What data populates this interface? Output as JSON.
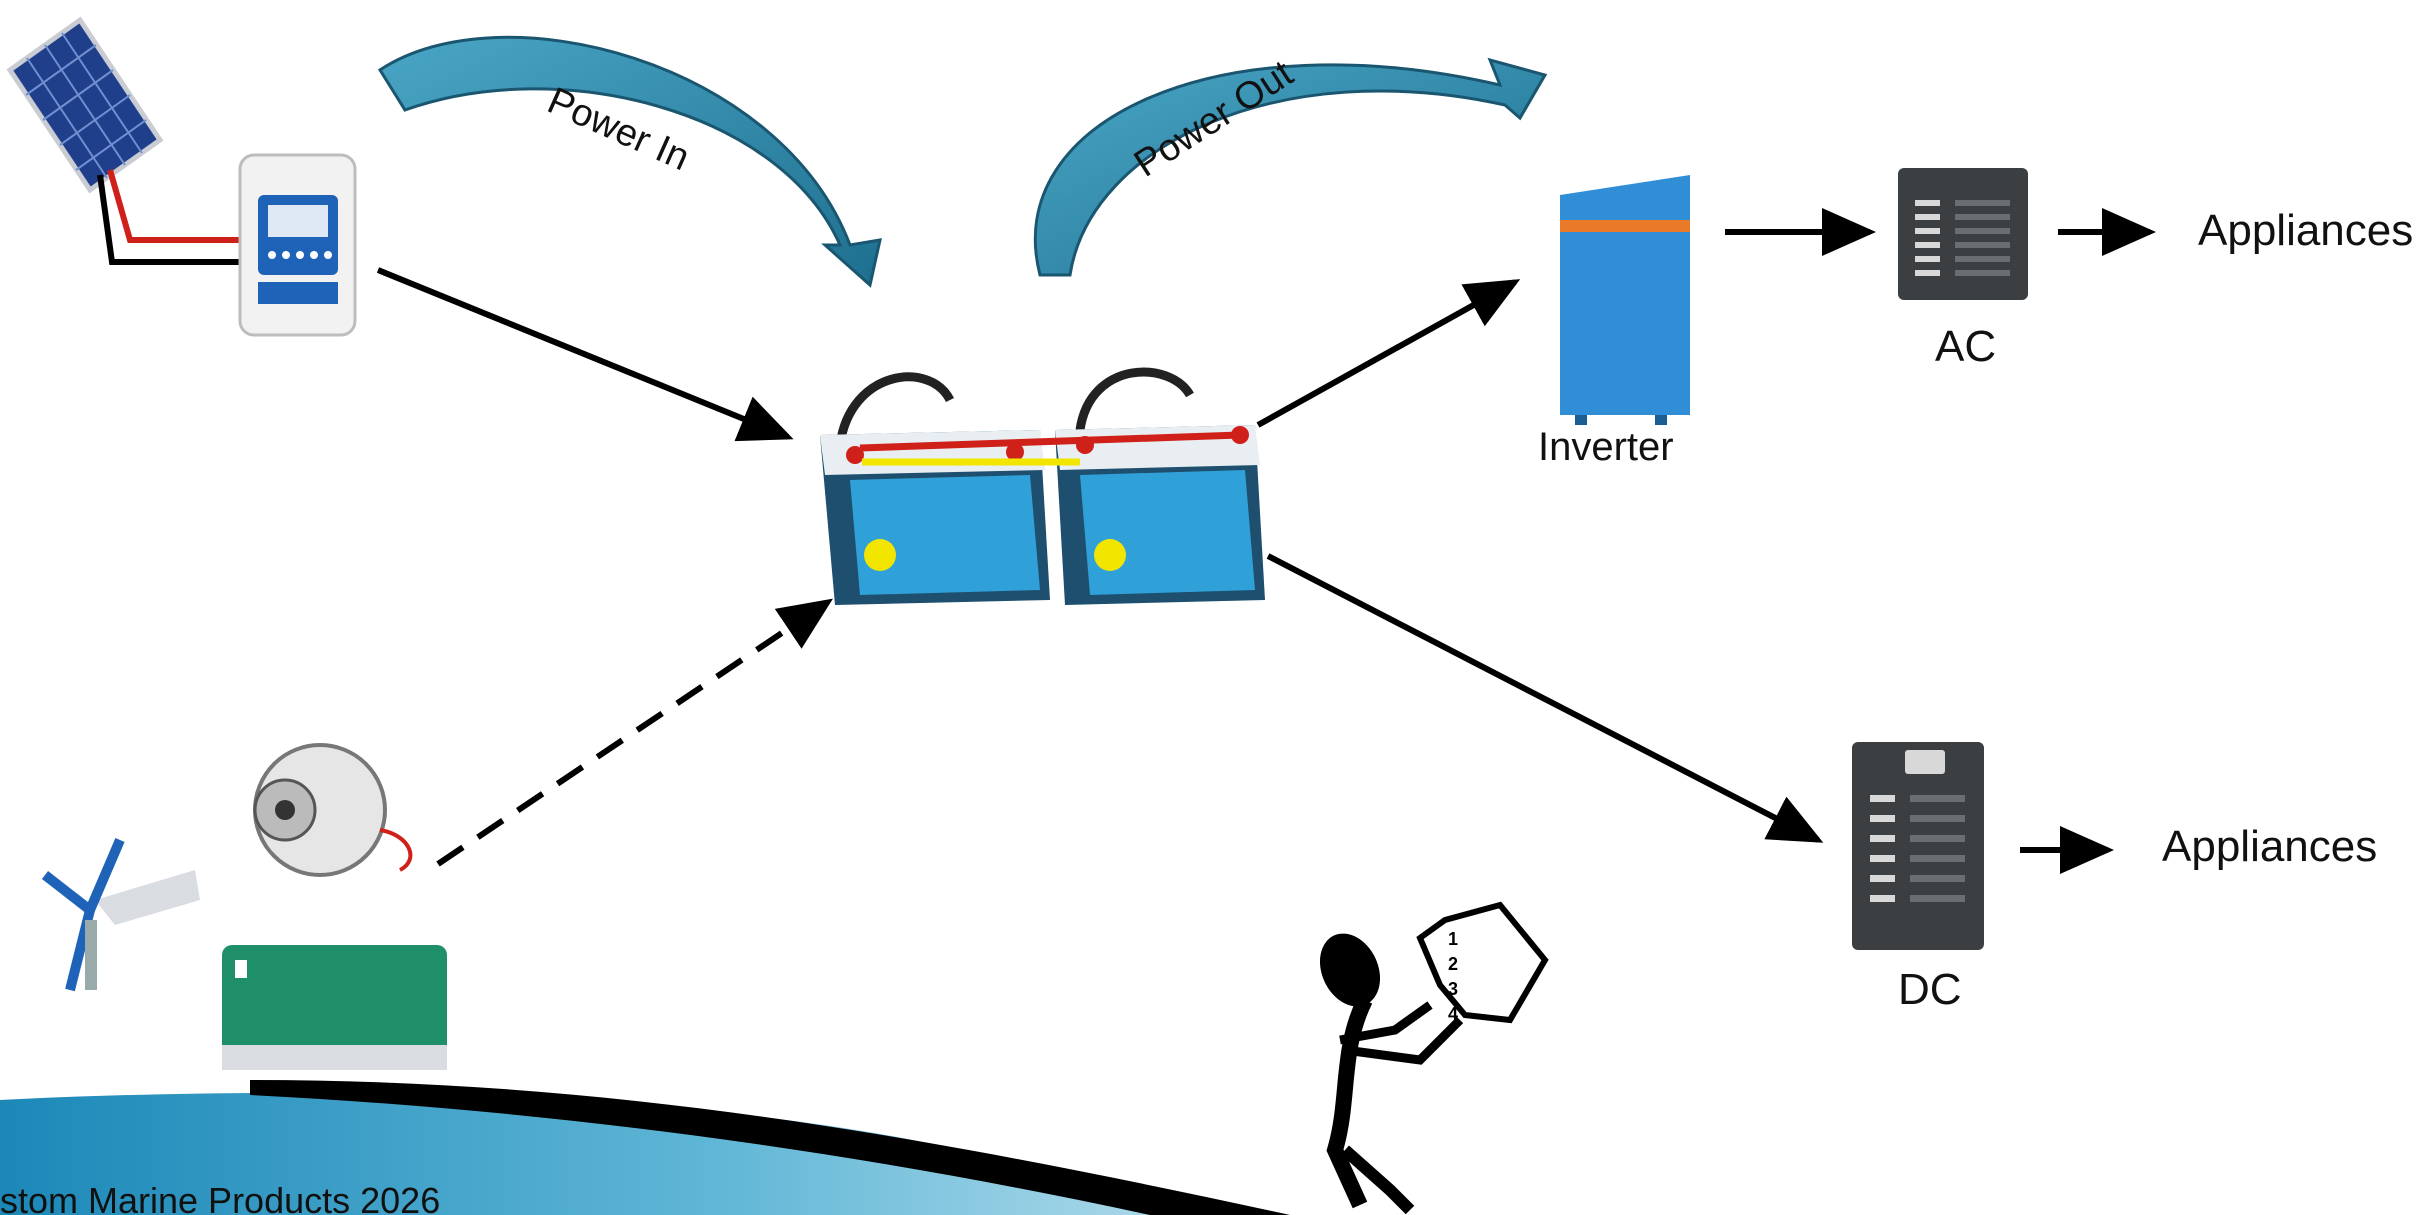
{
  "diagram": {
    "power_in_label": "Power In",
    "power_out_label": "Power Out",
    "inverter_label": "Inverter",
    "ac_label": "AC",
    "dc_label": "DC",
    "appliances_ac_label": "Appliances",
    "appliances_dc_label": "Appliances",
    "footer_text": "stom Marine Products 2026",
    "sign_numbers": [
      "1",
      "2",
      "3",
      "4"
    ]
  },
  "colors": {
    "arc_arrow": "#3d8fb0",
    "battery_body": "#1e4f6e",
    "battery_label": "#2fa0d8",
    "inverter": "#2f8ed6",
    "panel": "#3b3f42",
    "red_wire": "#d0201a",
    "yellow_wire": "#f2e600",
    "generator": "#1f8f6a",
    "footer_band": "#2a8bb5"
  }
}
